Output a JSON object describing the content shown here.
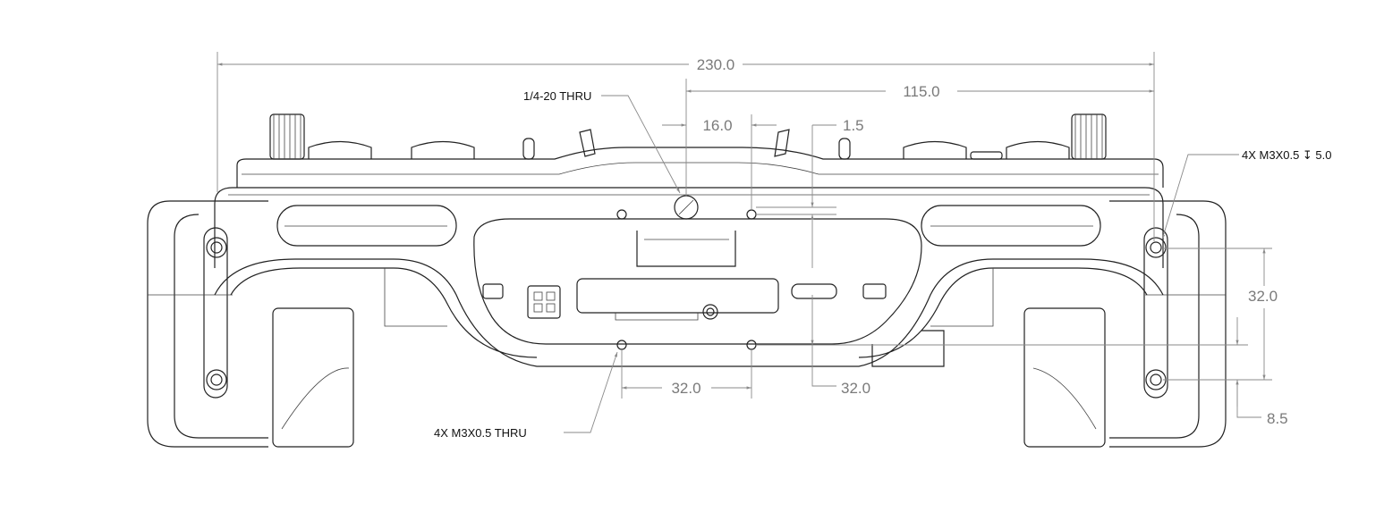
{
  "dimensions": {
    "overall_width": "230.0",
    "half_width": "115.0",
    "hole_offset": "16.0",
    "vertical_offset": "1.5",
    "side_hole_spacing": "32.0",
    "bottom_hole_spacing": "32.0",
    "vertical_hole_spacing": "32.0",
    "bottom_offset": "8.5"
  },
  "callouts": {
    "center_hole": "1/4-20 THRU",
    "side_holes": "4X M3X0.5 ↧ 5.0",
    "bottom_holes": "4X M3X0.5 THRU"
  }
}
